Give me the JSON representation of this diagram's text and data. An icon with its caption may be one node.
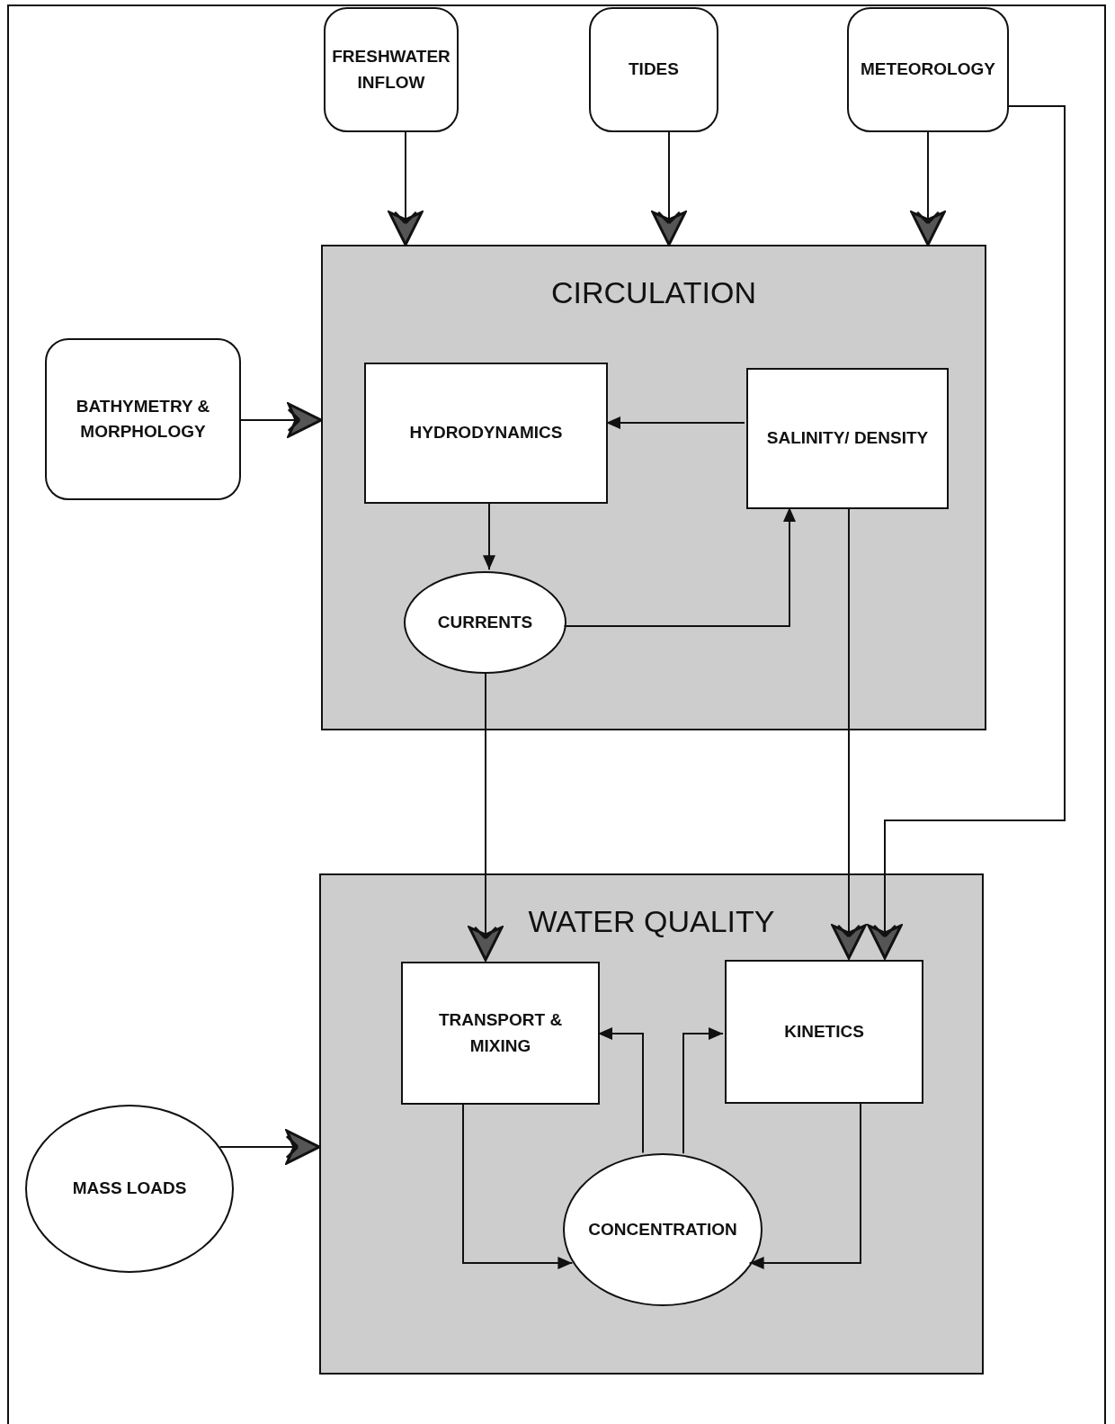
{
  "diagram": {
    "nodes": [
      {
        "text": [
          "FRESHWATER INFLOW"
        ]
      },
      {
        "text": [
          "TIDES"
        ]
      },
      {
        "text": [
          "METEOROLOGY"
        ]
      },
      {
        "text": [
          "CIRCULATION"
        ]
      },
      {
        "text": [
          "HYDRODYNAMICS"
        ],
        "in": 3
      },
      {
        "text": [
          "SALINITY/ DENSITY"
        ],
        "in": 3
      },
      {
        "text": [
          "CURRENTS"
        ],
        "in": 3
      },
      {
        "text": [
          "BATHYMETRY & MORPHOLOGY"
        ]
      },
      {
        "text": [
          "WATER QUALITY"
        ]
      },
      {
        "text": [
          "TRANSPORT & MIXING"
        ],
        "in": 8
      },
      {
        "text": [
          "KINETICS"
        ],
        "in": 8
      },
      {
        "text": [
          "CONCENTRATION"
        ],
        "in": 8
      },
      {
        "text": [
          "MASS LOADS"
        ]
      }
    ],
    "edges": [
      {
        "from": 0,
        "to": 3,
        "arrow": "to"
      },
      {
        "from": 1,
        "to": 3,
        "arrow": "to"
      },
      {
        "from": 2,
        "to": 3,
        "arrow": "to"
      },
      {
        "from": 7,
        "to": 3,
        "arrow": "to"
      },
      {
        "from": 5,
        "to": 4,
        "arrow": "to"
      },
      {
        "from": 4,
        "to": 6,
        "arrow": "to"
      },
      {
        "from": 6,
        "to": 5,
        "arrow": "to"
      },
      {
        "from": 6,
        "to": 9,
        "arrow": "to"
      },
      {
        "from": 5,
        "to": 10,
        "arrow": "to"
      },
      {
        "from": 2,
        "to": 10,
        "arrow": "to"
      },
      {
        "from": 12,
        "to": 8,
        "arrow": "to"
      },
      {
        "from": 9,
        "to": 11,
        "arrow": "to"
      },
      {
        "from": 11,
        "to": 9,
        "arrow": "to"
      },
      {
        "from": 11,
        "to": 10,
        "arrow": "to"
      },
      {
        "from": 10,
        "to": 11,
        "arrow": "to"
      }
    ]
  }
}
